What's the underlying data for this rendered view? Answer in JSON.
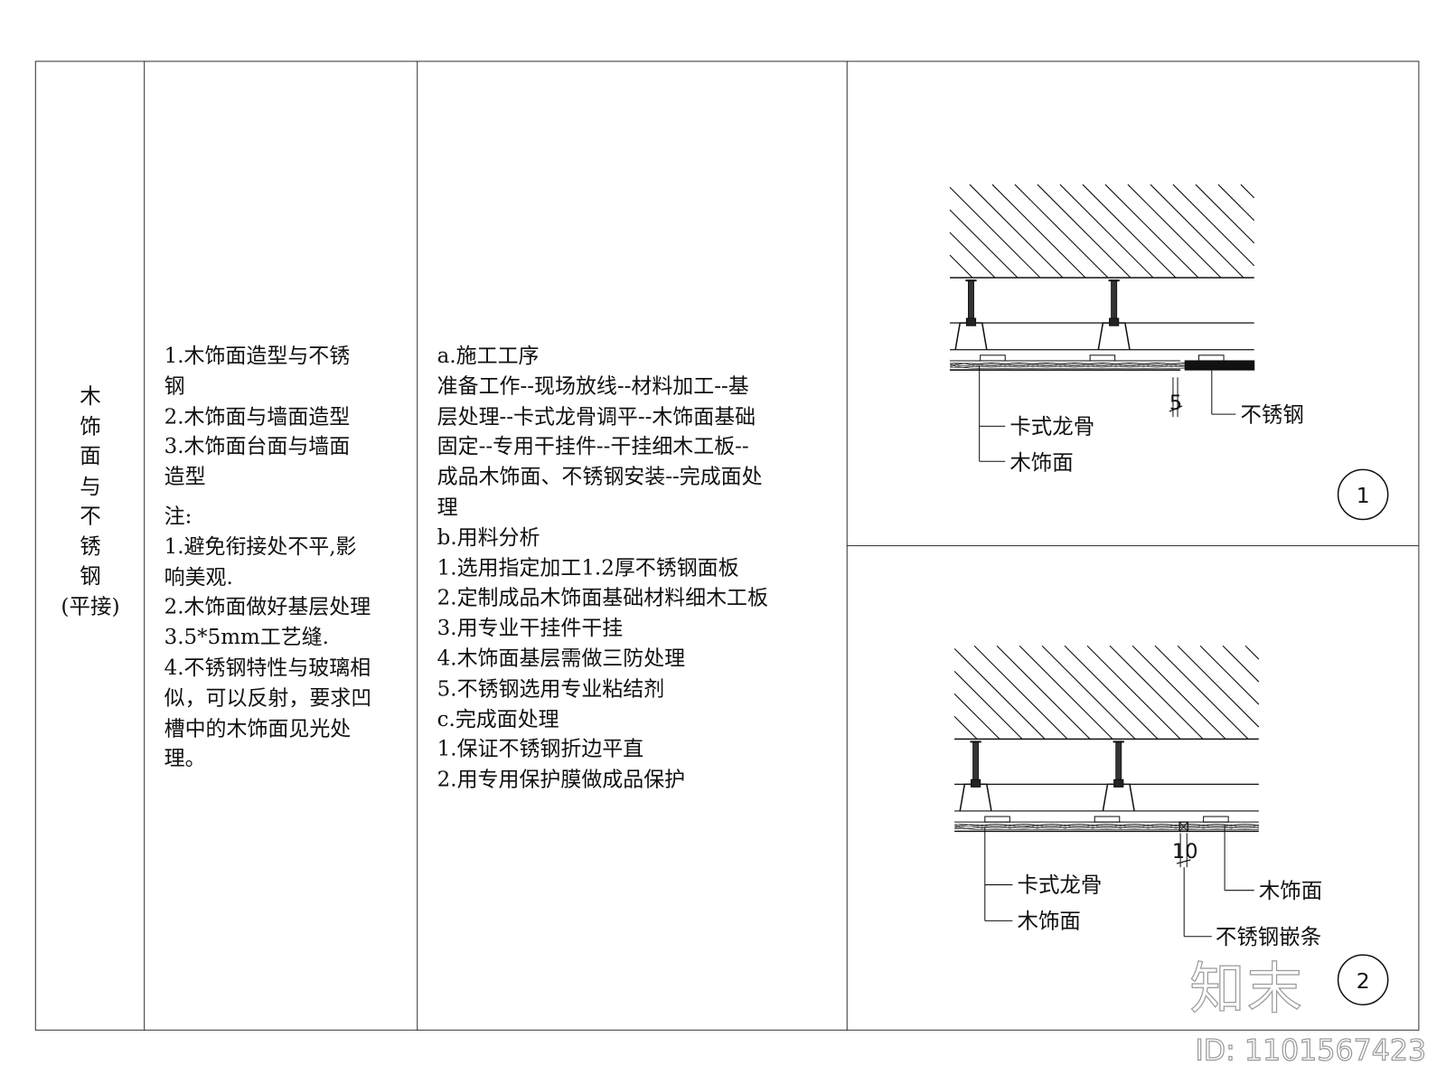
{
  "title_column": {
    "chars": [
      "木",
      "饰",
      "面",
      "与",
      "不",
      "锈",
      "钢"
    ],
    "suffix": "(平接)"
  },
  "scope_column": {
    "items": [
      "1.木饰面造型与不锈",
      "钢",
      "2.木饰面与墙面造型",
      "3.木饰面台面与墙面",
      "造型"
    ],
    "note_heading": "注:",
    "notes": [
      "1.避免衔接处不平,影",
      "响美观.",
      "2.木饰面做好基层处理",
      "3.5*5mm工艺缝.",
      "4.不锈钢特性与玻璃相",
      "似，可以反射，要求凹",
      "槽中的木饰面见光处",
      "理。"
    ]
  },
  "process_column": {
    "lines": [
      "a.施工工序",
      "准备工作--现场放线--材料加工--基",
      "层处理--卡式龙骨调平--木饰面基础",
      "固定--专用干挂件--干挂细木工板--",
      "成品木饰面、不锈钢安装--完成面处",
      "理",
      "b.用料分析",
      "1.选用指定加工1.2厚不锈钢面板",
      "2.定制成品木饰面基础材料细木工板",
      "3.用专业干挂件干挂",
      "4.木饰面基层需做三防处理",
      "5.不锈钢选用专业粘结剂",
      "c.完成面处理",
      "1.保证不锈钢折边平直",
      "2.用专用保护膜做成品保护"
    ]
  },
  "detail1": {
    "label_keel": "卡式龙骨",
    "label_wood": "木饰面",
    "label_steel": "不锈钢",
    "dimension": "5",
    "number": "1"
  },
  "detail2": {
    "label_keel": "卡式龙骨",
    "label_wood_left": "木饰面",
    "label_wood_right": "木饰面",
    "label_inlay": "不锈钢嵌条",
    "dimension": "10",
    "number": "2"
  },
  "watermark": {
    "logo": "知末",
    "id_text": "ID: 1101567423"
  }
}
